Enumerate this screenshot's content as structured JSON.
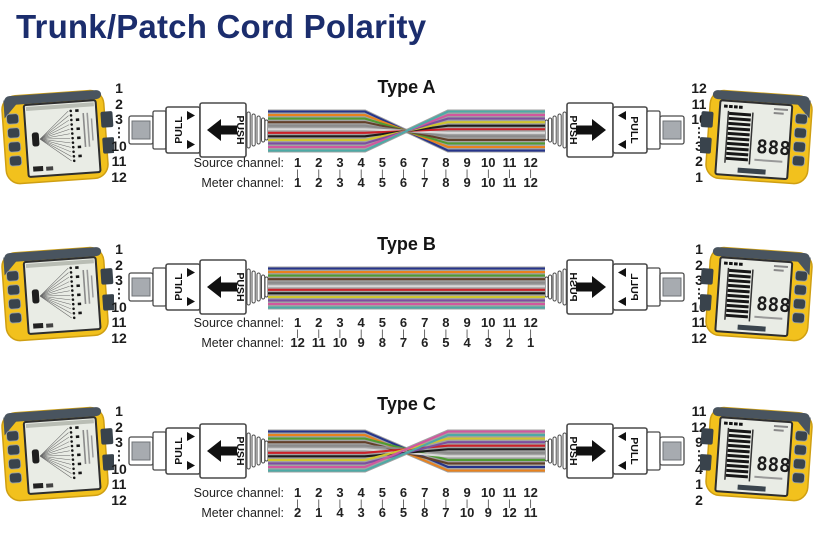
{
  "title": "Trunk/Patch Cord Polarity",
  "theme": {
    "title_color": "#1b2d6d",
    "heading_color": "#141414",
    "tester_yellow": "#f2c11d",
    "dark_slate": "#49545f",
    "ribbon_gray": "#a2a2a2"
  },
  "fiber_colors": [
    "#26348b",
    "#e8821e",
    "#4f9c33",
    "#63402a",
    "#8b8b8b",
    "#d9d9d9",
    "#cb2128",
    "#1c1c1c",
    "#cfc52e",
    "#7b4fa0",
    "#d1579e",
    "#4daaa6"
  ],
  "connector": {
    "pull": "PULL",
    "push": "PUSH"
  },
  "labels": {
    "source": "Source channel:",
    "meter": "Meter channel:",
    "tick": "|"
  },
  "tester": {
    "display": "888"
  },
  "sections": [
    {
      "name": "Type A",
      "left_ports": [
        "1",
        "2",
        "3",
        "⋮",
        "10",
        "11",
        "12"
      ],
      "right_ports": [
        "12",
        "11",
        "10",
        "⋮",
        "3",
        "2",
        "1"
      ],
      "source_channels": [
        "1",
        "2",
        "3",
        "4",
        "5",
        "6",
        "7",
        "8",
        "9",
        "10",
        "11",
        "12"
      ],
      "meter_channels": [
        "1",
        "2",
        "3",
        "4",
        "5",
        "6",
        "7",
        "8",
        "9",
        "10",
        "11",
        "12"
      ],
      "fiber_map": [
        11,
        10,
        9,
        8,
        7,
        6,
        5,
        4,
        3,
        2,
        1,
        0
      ],
      "right_connector_text_mirrored": false
    },
    {
      "name": "Type B",
      "left_ports": [
        "1",
        "2",
        "3",
        "⋮",
        "10",
        "11",
        "12"
      ],
      "right_ports": [
        "1",
        "2",
        "3",
        "⋮",
        "10",
        "11",
        "12"
      ],
      "source_channels": [
        "1",
        "2",
        "3",
        "4",
        "5",
        "6",
        "7",
        "8",
        "9",
        "10",
        "11",
        "12"
      ],
      "meter_channels": [
        "12",
        "11",
        "10",
        "9",
        "8",
        "7",
        "6",
        "5",
        "4",
        "3",
        "2",
        "1"
      ],
      "fiber_map": [
        0,
        1,
        2,
        3,
        4,
        5,
        6,
        7,
        8,
        9,
        10,
        11
      ],
      "right_connector_text_mirrored": true
    },
    {
      "name": "Type C",
      "left_ports": [
        "1",
        "2",
        "3",
        "⋮",
        "10",
        "11",
        "12"
      ],
      "right_ports": [
        "11",
        "12",
        "9",
        "⋮",
        "4",
        "1",
        "2"
      ],
      "source_channels": [
        "1",
        "2",
        "3",
        "4",
        "5",
        "6",
        "7",
        "8",
        "9",
        "10",
        "11",
        "12"
      ],
      "meter_channels": [
        "2",
        "1",
        "4",
        "3",
        "6",
        "5",
        "8",
        "7",
        "10",
        "9",
        "12",
        "11"
      ],
      "fiber_map": [
        10,
        11,
        8,
        9,
        6,
        7,
        4,
        5,
        2,
        3,
        0,
        1
      ],
      "right_connector_text_mirrored": false
    }
  ]
}
